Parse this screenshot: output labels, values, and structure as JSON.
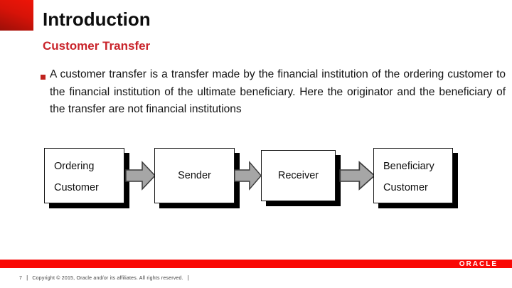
{
  "slide": {
    "title": "Introduction",
    "subtitle": "Customer Transfer",
    "bullet_paragraph": "A customer transfer is a transfer made by the financial institution of the ordering customer to the financial institution of the ultimate beneficiary. Here the originator and the beneficiary of the transfer are not financial institutions"
  },
  "diagram": {
    "boxes": [
      {
        "line1": "Ordering",
        "line2": "Customer"
      },
      {
        "line1": "Sender"
      },
      {
        "line1": "Receiver"
      },
      {
        "line1": "Beneficiary",
        "line2": "Customer"
      }
    ]
  },
  "footer": {
    "page_number": "7",
    "separator": "|",
    "copyright": "Copyright © 2015, Oracle and/or its affiliates. All rights reserved.",
    "trailing_separator": "|",
    "logo_text": "ORACLE"
  },
  "colors": {
    "accent_red_top": "#ee1508",
    "accent_red_bottom": "#9c0f08",
    "subtitle_red": "#c9242b",
    "bullet_red": "#c0231e",
    "footer_bar_red": "#f90805",
    "arrow_gray": "#a6a6a6",
    "box_shadow": "#000000"
  }
}
